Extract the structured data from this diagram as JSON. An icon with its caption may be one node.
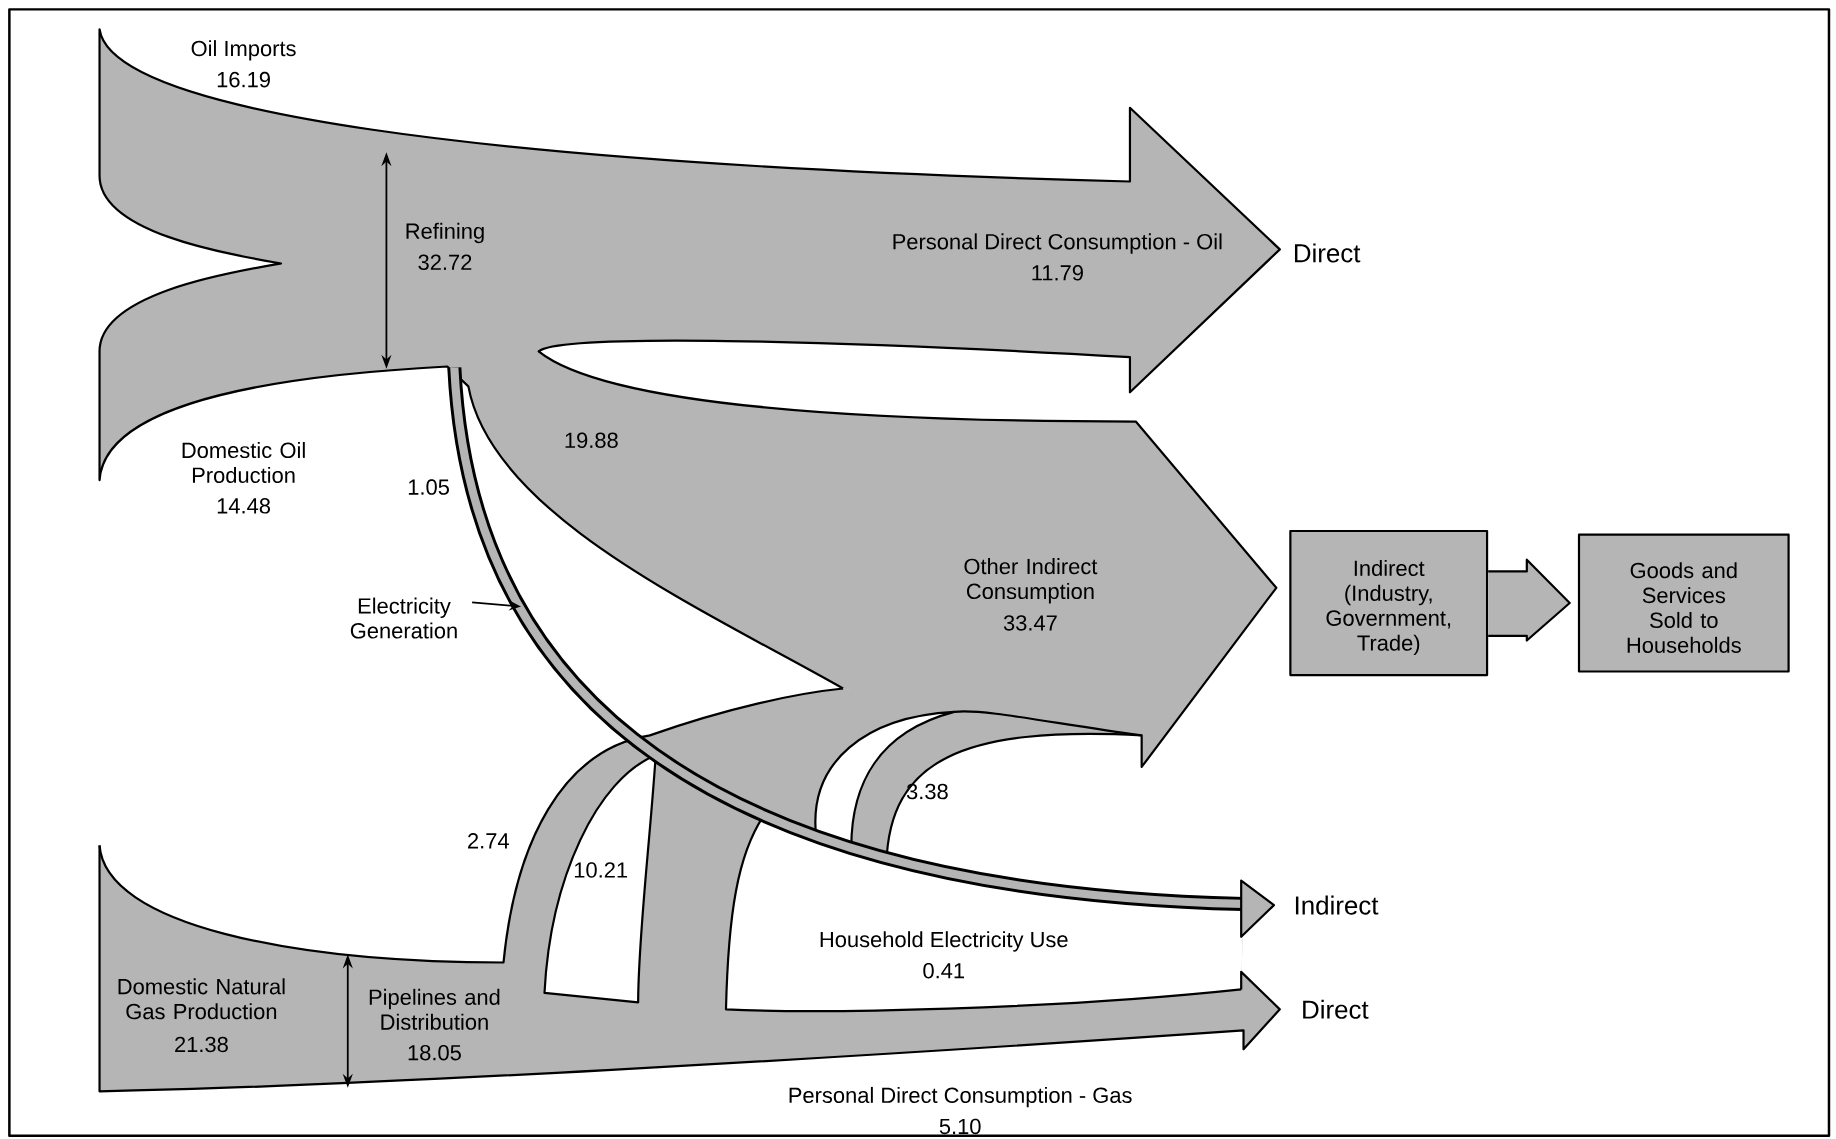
{
  "diagram": {
    "nodes": [
      {
        "text": [
          "Indirect (Industry, Government, Trade)"
        ]
      },
      {
        "text": [
          "Goods and Services Sold to Households"
        ]
      },
      {
        "text": [
          "Electricity Generation"
        ]
      }
    ],
    "edges": [
      {
        "from": 0,
        "to": 1,
        "arrow": "to"
      },
      {
        "from": 2,
        "to": null,
        "arrow": "to"
      }
    ],
    "labels": [
      "Oil Imports",
      "16.19",
      "Refining",
      "32.72",
      "Personal Direct Consumption - Oil",
      "11.79",
      "Direct",
      "Domestic Oil Production",
      "14.48",
      "19.88",
      "1.05",
      "Other Indirect Consumption",
      "33.47",
      "3.38",
      "2.74",
      "10.21",
      "Indirect",
      "Household Electricity Use",
      "0.41",
      "Domestic Natural Gas Production",
      "21.38",
      "Pipelines and Distribution",
      "18.05",
      "Direct",
      "Personal Direct Consumption - Gas",
      "5.10"
    ]
  }
}
